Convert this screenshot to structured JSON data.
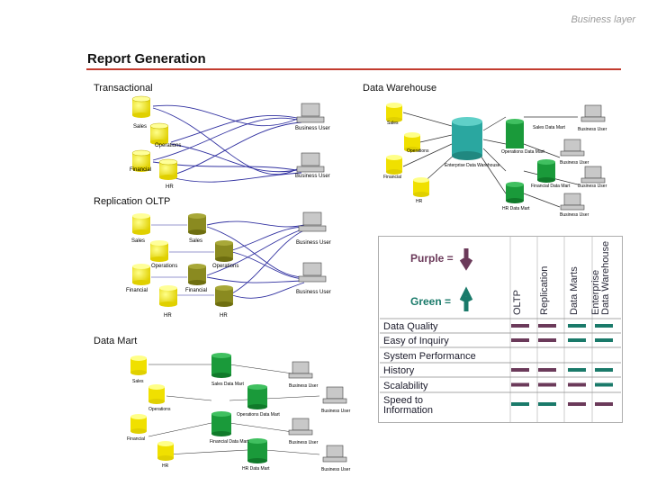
{
  "header": {
    "tag": "Business layer"
  },
  "title": "Report Generation",
  "sections": {
    "transactional": "Transactional",
    "data_warehouse": "Data Warehouse",
    "replication": "Replication OLTP",
    "data_mart": "Data Mart"
  },
  "diagram_labels": {
    "sales": "Sales",
    "operations": "Operations",
    "financial": "Financial",
    "hr": "HR",
    "business_user": "Business User",
    "enterprise_dw": "Enterprise Data Warehouse",
    "sales_data_mart": "Sales Data Mart",
    "operations_data_mart": "Operations Data Mart",
    "financial_data_mart": "Financial Data Mart",
    "hr_data_mart": "HR Data Mart"
  },
  "comparison": {
    "legend_purple": "Purple =",
    "legend_green": "Green =",
    "columns": [
      "OLTP",
      "Replication",
      "Data Marts",
      "Enterprise Data Warehouse"
    ],
    "rows": [
      {
        "label": "Data Quality",
        "marks": [
          "purple",
          "purple",
          "green",
          "green"
        ]
      },
      {
        "label": "Easy of Inquiry",
        "marks": [
          "purple",
          "purple",
          "green",
          "green"
        ]
      },
      {
        "label": "System Performance",
        "marks": [
          "",
          "",
          "",
          ""
        ]
      },
      {
        "label": "History",
        "marks": [
          "purple",
          "purple",
          "green",
          "green"
        ]
      },
      {
        "label": "Scalability",
        "marks": [
          "purple",
          "purple",
          "purple",
          "green"
        ]
      },
      {
        "label": "Speed to Information",
        "marks": [
          "green",
          "green",
          "purple",
          "purple"
        ]
      }
    ],
    "colors": {
      "purple": "#6b3a5a",
      "green": "#1a7a6a"
    }
  }
}
